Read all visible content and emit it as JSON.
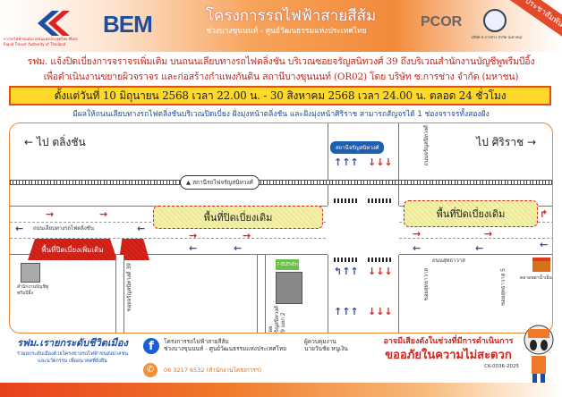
{
  "header": {
    "org_text": "การรถไฟฟ้าขนส่งมวลชนแห่งประเทศไทย Mass Rapid Transit Authority of Thailand",
    "bem": "BEM",
    "project_title": "โครงการรถไฟฟ้าสายสีส้ม",
    "project_subtitle": "ช่วงบางขุนนนท์ - ศูนย์วัฒนธรรมแห่งประเทศไทย",
    "pcor_p": "P",
    "pcor_rest": "PCOR",
    "contractor_small": "บริษัท ช.การช่าง จำกัด (มหาชน)",
    "ribbon": "ประชาสัมพันธ์"
  },
  "announcement": {
    "line1": "รฟม. แจ้งปิดเบี่ยงการจราจรเพิ่มเติม บนถนนเลียบทางรถไฟตลิ่งชัน บริเวณซอยจรัญสนิทวงศ์ 39 ถึงบริเวณสำนักงานบัญชีพูพรีมบีอิ้ง",
    "line2": "เพื่อดำเนินงานขยายผิวจราจร และก่อสร้างกำแพงกันดิน สถานีบางขุนนนท์ (OR02) โดย บริษัท ช.การช่าง จำกัด (มหาชน)",
    "date_range": "ตั้งแต่วันที่ 10 มิถุนายน 2568 เวลา 22.00 น. - 30 สิงหาคม 2568 เวลา 24.00 น. ตลอด 24 ชั่วโมง",
    "effect": "มีผลให้ถนนเลียบทางรถไฟตลิ่งชันบริเวณปิดเบี่ยง ฝั่งมุ่งหน้าตลิ่งชัน และฝั่งมุ่งหน้าศิริราช สามารถสัญจรได้ 1 ช่องจราจรทั้งสองฝั่ง"
  },
  "map": {
    "to_left": "← ไป ตลิ่งชัน",
    "to_right": "ไป ศิริราช →",
    "rail_station": "สถานีรถไฟจรัญสนิทวงศ์",
    "mrt_station": "สถานีจรัญสนิทวงศ์",
    "closed_existing": "พื้นที่ปิดเบี่ยงเดิม",
    "closed_additional": "พื้นที่ปิดเบี่ยงเพิ่มเติม",
    "rail_road": "ถนนเลียบทางรถไฟตลิ่งชัน",
    "soi39": "ซอยจรัญสนิทวงศ์ 39",
    "soi39_2": "ซอยจรัญสนิทวงศ์ 39 แยก 2",
    "charan_road": "ถนนจรัญสนิทวงศ์",
    "suthawat_road": "ถนนสุทธาวาส",
    "soi_suthawat": "ซอยสุทธาวาส",
    "soi_suthawat5": "ซอยสุทธาวาส 5",
    "office": "สำนักงานบัญชีพูพรีมบีอิ้ง",
    "shop": "ตลาดพลาน้ำเย็น",
    "seven": "7-ELEVEn"
  },
  "footer": {
    "slogan": "รฟม.เรายกระดับชีวิตเมือง",
    "slogan_sub1": "ร่วมยกระดับเมืองด้วยโครงข่ายรถไฟฟ้าขนส่งมวลชน",
    "slogan_sub2": "และนวัตกรรม เพื่ออนาคตที่ยั่งยืน",
    "fb_line1": "โครงการรถไฟฟ้าสายสีส้ม",
    "fb_line2": "ช่วงบางขุนนนท์ - ศูนย์วัฒนธรรมแห่งประเทศไทย",
    "phone": "06 3217 6532 (สำนักงานโครงการฯ)",
    "controller_label": "ผู้ควบคุมงาน",
    "controller_name": "นายวันชัย หนูเงิน",
    "warn1": "อาจมีเสียงดังในช่วงที่มีการดำเนินการ",
    "warn2": "ขออภัยในความไม่สะดวก",
    "code": "CK-0036-2025"
  }
}
